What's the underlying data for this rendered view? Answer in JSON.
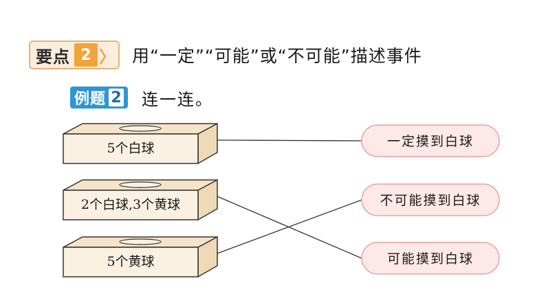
{
  "key_point": {
    "label": "要点",
    "number": "2",
    "title": "用“一定”“可能”或“不可能”描述事件"
  },
  "example": {
    "label": "例题",
    "number": "2",
    "instruction": "连一连。"
  },
  "boxes": [
    {
      "label": "5个白球"
    },
    {
      "label": "2个白球,3个黄球"
    },
    {
      "label": "5个黄球"
    }
  ],
  "answers": [
    {
      "label": "一定摸到白球"
    },
    {
      "label": "不可能摸到白球"
    },
    {
      "label": "可能摸到白球"
    }
  ],
  "connections": [
    {
      "box": 0,
      "answer": 0
    },
    {
      "box": 1,
      "answer": 2
    },
    {
      "box": 2,
      "answer": 1
    }
  ],
  "colors": {
    "tag_fill": "#fbeedd",
    "tag_border": "#e6b27a",
    "tag_accent": "#f2a33a",
    "example_blue": "#2f95d4",
    "box_fill": "#fbf1e2",
    "box_top": "#f6e4c9",
    "pill_fill": "#fde9e7",
    "pill_border": "#e9a39e"
  }
}
